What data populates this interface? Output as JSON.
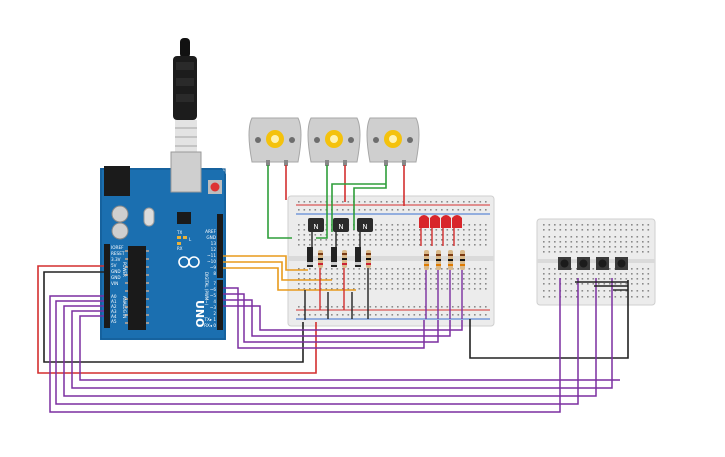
{
  "board": {
    "name": "UNO",
    "labels": {
      "ioref": "IOREF",
      "reset": "RESET",
      "v33": "3.3V",
      "v5": "5V",
      "gnd1": "GND",
      "gnd2": "GND",
      "vin": "VIN",
      "a0": "A0",
      "a1": "A1",
      "a2": "A2",
      "a3": "A3",
      "a4": "A4",
      "a5": "A5",
      "aref": "AREF",
      "gnd3": "GND",
      "d13": "13",
      "d12": "12",
      "d11": "~11",
      "d10": "~10",
      "d9": "~9",
      "d8": "8",
      "d7": "7",
      "d6": "~6",
      "d5": "~5",
      "d4": "4",
      "d3": "~3",
      "d2": "2",
      "d1": "TX▸ 1",
      "d0": "RX◂ 0",
      "digital": "DIGITAL (PWM~)",
      "power": "POWER",
      "analog": "ANALOG IN",
      "led_tx": "TX",
      "led_rx": "RX",
      "led_l": "L"
    }
  },
  "transistor_label": "N",
  "colors": {
    "board_blue": "#1b6fb0",
    "breadboard": "#ececec",
    "wire_red": "#d32f2f",
    "wire_black": "#222222",
    "wire_green": "#2e9e3a",
    "wire_orange": "#e89a1c",
    "wire_purple": "#7b2fa0",
    "led_red": "#d8262b"
  },
  "icons": [
    "usb-cable-icon",
    "dc-motor-icon",
    "transistor-icon",
    "led-icon",
    "resistor-icon",
    "pushbutton-icon"
  ]
}
